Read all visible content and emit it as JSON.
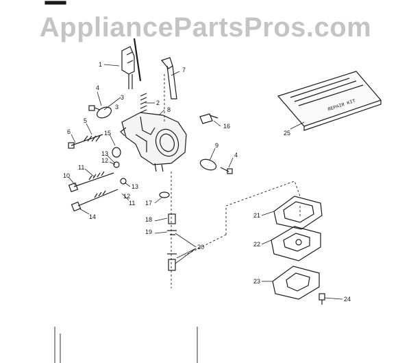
{
  "watermark": "AppliancePartsPros.com",
  "kit_box_label": "REPAIR KIT",
  "callouts": [
    "1",
    "2",
    "3",
    "4",
    "5",
    "6",
    "7",
    "8",
    "9",
    "10",
    "11",
    "12",
    "13",
    "14",
    "15",
    "16",
    "17",
    "18",
    "19",
    "20",
    "21",
    "22",
    "23",
    "24",
    "25"
  ],
  "callout_repeats": {
    "3b": "3",
    "4b": "4",
    "11b": "11",
    "12b": "12",
    "13b": "13"
  }
}
